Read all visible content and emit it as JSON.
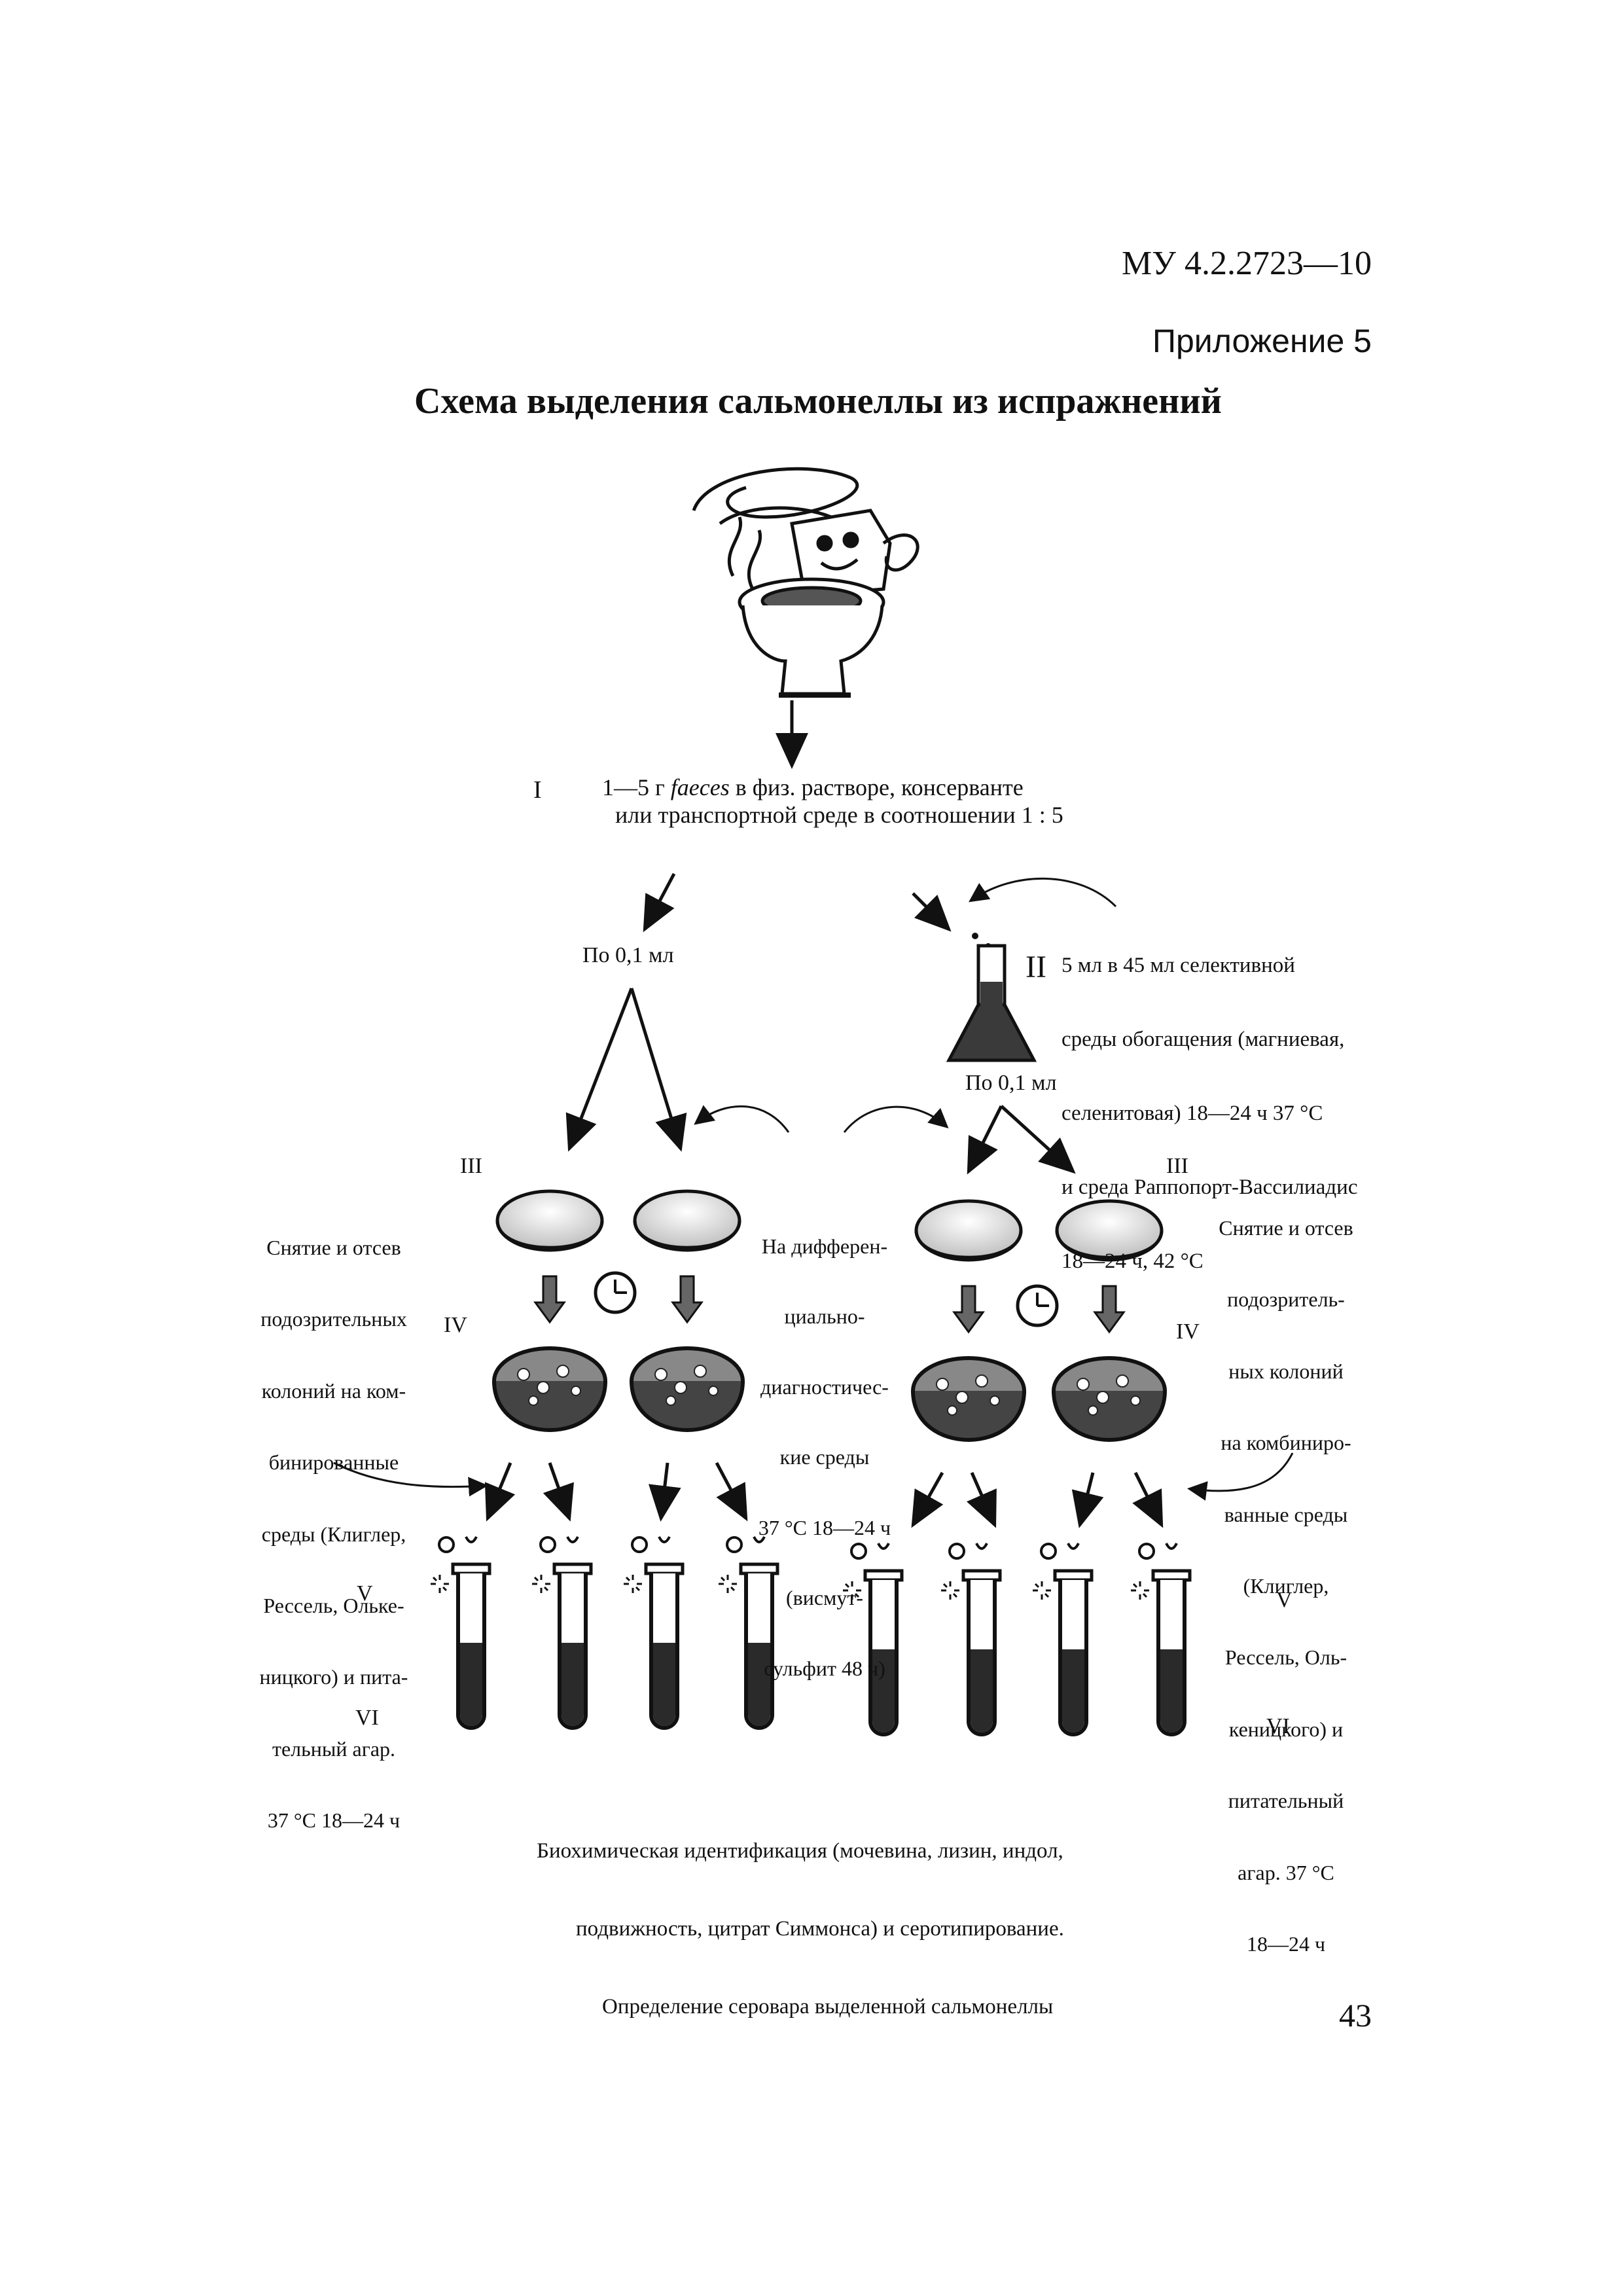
{
  "header": {
    "doc_number": "МУ 4.2.2723—10",
    "appendix": "Приложение 5",
    "title": "Схема выделения сальмонеллы из испражнений"
  },
  "step_labels": {
    "step1": "I",
    "step2": "II",
    "step3_left": "III",
    "step3_right": "III",
    "step4_left": "IV",
    "step4_right": "IV",
    "step5_left": "V",
    "step5_right": "V",
    "step6_left": "VI",
    "step6_right": "VI"
  },
  "step1_text": {
    "line1_prefix": "1—5 г ",
    "line1_italic": "faeces",
    "line1_suffix": " в физ. растворе, консерванте",
    "line2": "или транспортной среде в соотношении 1 : 5"
  },
  "aliquot_left": "По 0,1 мл",
  "aliquot_right": "По 0,1 мл",
  "enrichment_text": [
    "5 мл в 45 мл селективной",
    "среды обогащения (магниевая,",
    "селенитовая) 18—24 ч 37 °С",
    "и среда Раппопорт-Вассилиадис",
    "18—24 ч, 42 °С"
  ],
  "center_text": [
    "На дифферен-",
    "циально-",
    "диагностичес-",
    "кие среды",
    "37 °С 18—24 ч",
    "(висмут-",
    "сульфит 48 ч)"
  ],
  "left_text": [
    "Снятие и отсев",
    "подозрительных",
    "колоний на ком-",
    "бинированные",
    "среды (Клиглер,",
    "Рессель, Ольке-",
    "ницкого) и пита-",
    "тельный агар.",
    "37 °С 18—24 ч"
  ],
  "right_text": [
    "Снятие и отсев",
    "подозритель-",
    "ных колоний",
    "на комбиниро-",
    "ванные среды",
    "(Клиглер,",
    "Рессель, Оль-",
    "кеницкого) и",
    "питательный",
    "агар. 37 °С",
    "18—24 ч"
  ],
  "bottom_text": [
    "Биохимическая идентификация (мочевина, лизин, индол,",
    "подвижность, цитрат Симмонса) и серотипирование.",
    "Определение серовара выделенной сальмонеллы"
  ],
  "page_number": "43",
  "icons": [
    "toilet-illustration",
    "flask-icon",
    "petri-dish-icon",
    "clock-icon",
    "test-tube-icon",
    "arrow-icon"
  ]
}
